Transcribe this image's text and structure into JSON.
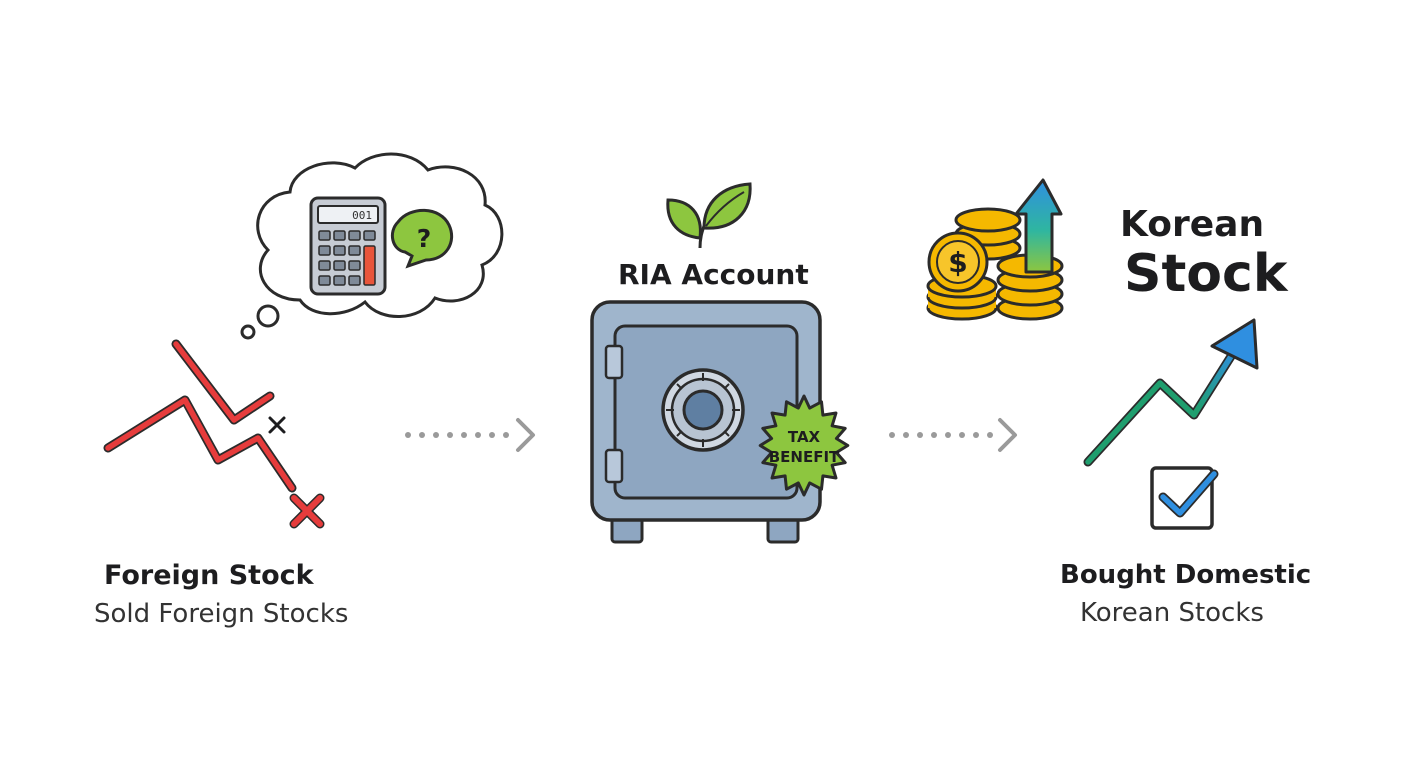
{
  "left": {
    "title": "Foreign Stock",
    "subtitle": "Sold Foreign Stocks",
    "calculator_display": "001",
    "question_mark": "?"
  },
  "center": {
    "title": "RIA Account",
    "badge_line1": "TAX",
    "badge_line2": "BENEFIT"
  },
  "right": {
    "heading_line1": "Korean",
    "heading_line2": "Stock",
    "title": "Bought Domestic",
    "subtitle": "Korean Stocks",
    "coin_symbol": "$"
  },
  "colors": {
    "red": "#e63c3c",
    "green": "#8dc63f",
    "safe_steel": "#8ea6c1",
    "gold": "#f5b800",
    "blue": "#2f8fe0",
    "teal": "#1f9e6e"
  }
}
